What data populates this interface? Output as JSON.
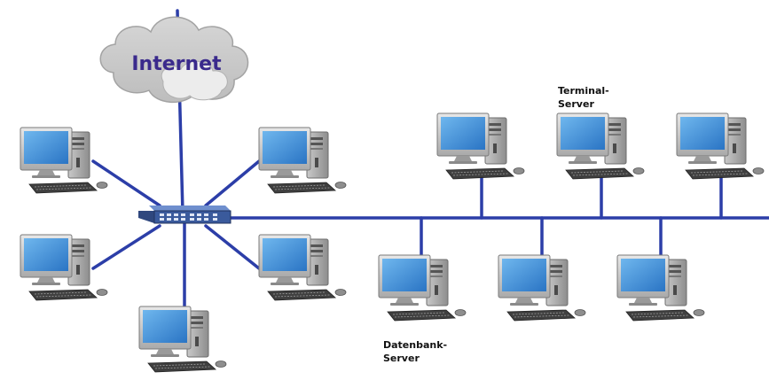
{
  "cloud": {
    "label": "Internet",
    "color": "#3a2a8c"
  },
  "labels": {
    "terminal_server": "Terminal-\nServer",
    "database_server": "Datenbank-\nServer"
  },
  "colors": {
    "cable": "#2c3ea8",
    "monitor_screen": "#3d8fd6",
    "case": "#b8b8b8",
    "switch": "#3a5a9c"
  },
  "icons": {
    "computer": "desktop-computer-icon",
    "switch": "network-switch-icon",
    "cloud": "cloud-icon"
  }
}
